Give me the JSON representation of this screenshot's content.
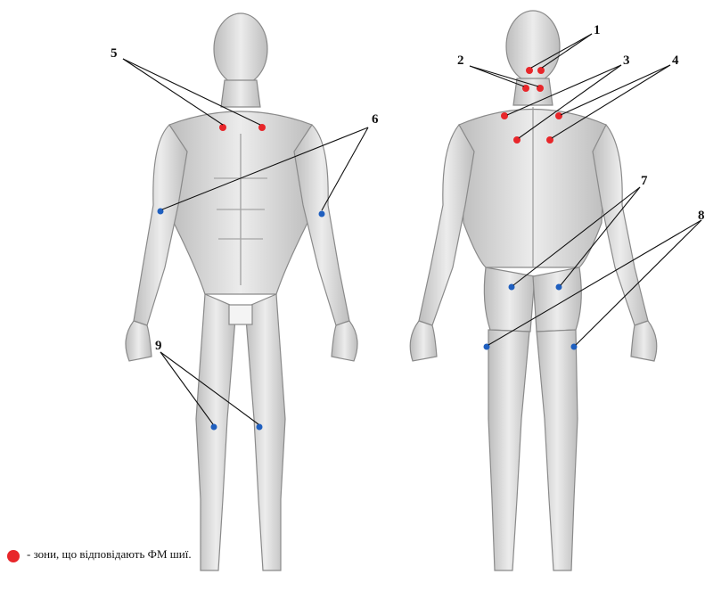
{
  "labels": {
    "l1": "1",
    "l2": "2",
    "l3": "3",
    "l4": "4",
    "l5": "5",
    "l6": "6",
    "l7": "7",
    "l8": "8",
    "l9": "9"
  },
  "legend": {
    "text": "- зони, що відповідають ФМ шиї.",
    "dot_color": "#e8262a"
  },
  "colors": {
    "red_zone": "#e8262a",
    "blue_zone": "#1f5fbf",
    "body": "#d9d9d9",
    "outline": "#8a8a8a"
  },
  "figures": [
    "front-body",
    "back-body"
  ]
}
